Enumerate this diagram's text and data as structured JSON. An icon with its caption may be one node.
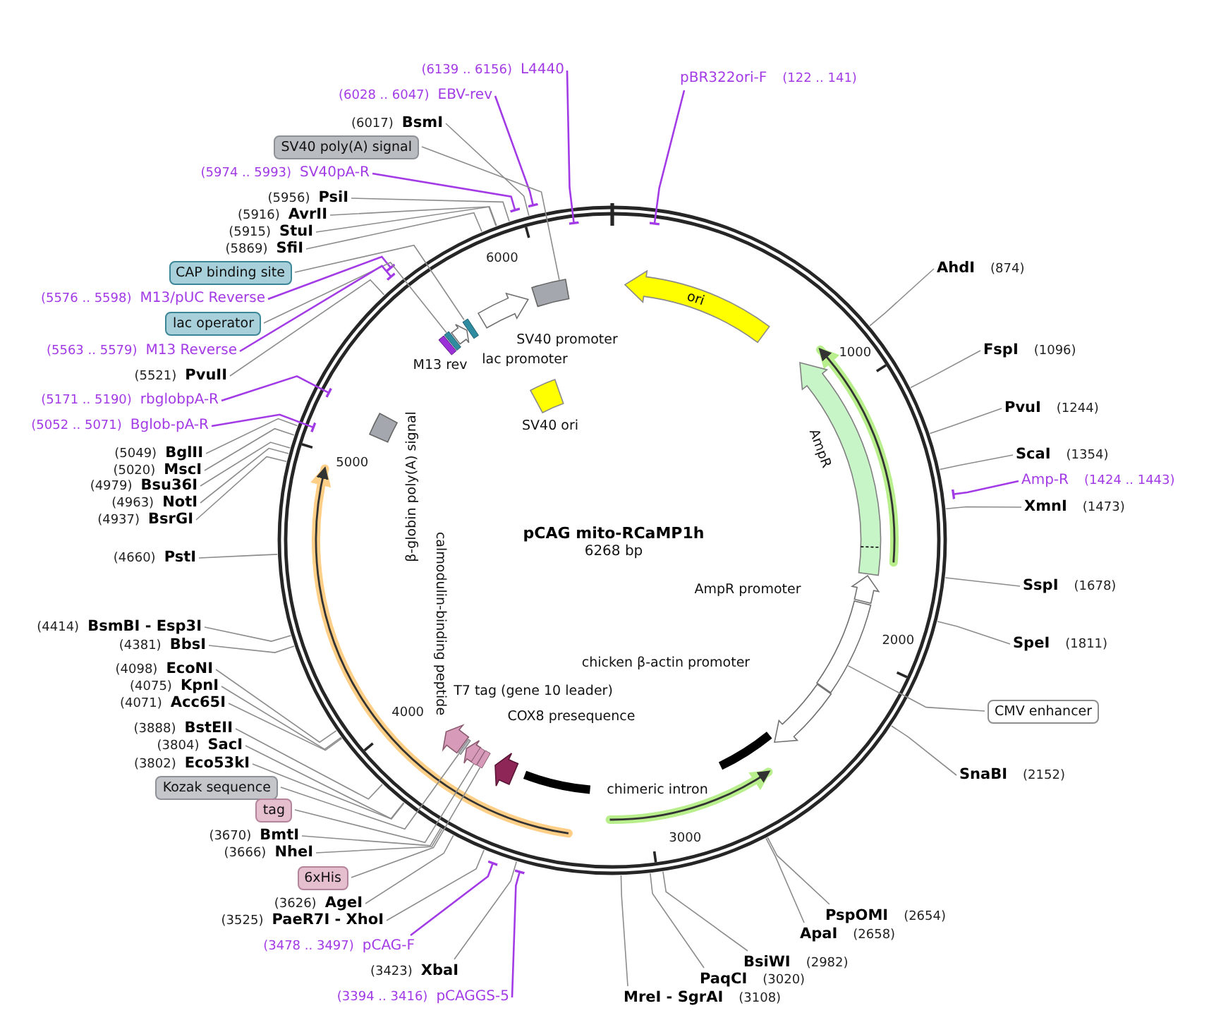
{
  "diagram": {
    "title": "pCAG mito-RCaMP1h",
    "nodes": [
      {
        "text": [
          "L4440"
        ],
        "beside": [
          "(6139 .. 6156)"
        ]
      },
      {
        "text": [
          "EBV-rev"
        ],
        "beside": [
          "(6028 .. 6047)"
        ]
      },
      {
        "text": [
          "BsmI"
        ],
        "beside": [
          "(6017)"
        ]
      },
      {
        "text": [
          "SV40 poly(A) signal"
        ]
      },
      {
        "text": [
          "SV40pA-R"
        ],
        "beside": [
          "(5974 .. 5993)"
        ]
      },
      {
        "text": [
          "PsiI"
        ],
        "beside": [
          "(5956)"
        ]
      },
      {
        "text": [
          "AvrII"
        ],
        "beside": [
          "(5916)"
        ]
      },
      {
        "text": [
          "StuI"
        ],
        "beside": [
          "(5915)"
        ]
      },
      {
        "text": [
          "SfiI"
        ],
        "beside": [
          "(5869)"
        ]
      },
      {
        "text": [
          "CAP binding site"
        ]
      },
      {
        "text": [
          "M13/pUC Reverse"
        ],
        "beside": [
          "(5576 .. 5598)"
        ]
      },
      {
        "text": [
          "lac operator"
        ]
      },
      {
        "text": [
          "M13 Reverse"
        ],
        "beside": [
          "(5563 .. 5579)"
        ]
      },
      {
        "text": [
          "PvuII"
        ],
        "beside": [
          "(5521)"
        ]
      },
      {
        "text": [
          "rbglobpA-R"
        ],
        "beside": [
          "(5171 .. 5190)"
        ]
      },
      {
        "text": [
          "Bglob-pA-R"
        ],
        "beside": [
          "(5052 .. 5071)"
        ]
      },
      {
        "text": [
          "BglII"
        ],
        "beside": [
          "(5049)"
        ]
      },
      {
        "text": [
          "MscI"
        ],
        "beside": [
          "(5020)"
        ]
      },
      {
        "text": [
          "Bsu36I"
        ],
        "beside": [
          "(4979)"
        ]
      },
      {
        "text": [
          "NotI"
        ],
        "beside": [
          "(4963)"
        ]
      },
      {
        "text": [
          "BsrGI"
        ],
        "beside": [
          "(4937)"
        ]
      },
      {
        "text": [
          "PstI"
        ],
        "beside": [
          "(4660)"
        ]
      },
      {
        "text": [
          "BsmBI - Esp3I"
        ],
        "beside": [
          "(4414)"
        ]
      },
      {
        "text": [
          "BbsI"
        ],
        "beside": [
          "(4381)"
        ]
      },
      {
        "text": [
          "EcoNI"
        ],
        "beside": [
          "(4098)"
        ]
      },
      {
        "text": [
          "KpnI"
        ],
        "beside": [
          "(4075)"
        ]
      },
      {
        "text": [
          "Acc65I"
        ],
        "beside": [
          "(4071)"
        ]
      },
      {
        "text": [
          "BstEII"
        ],
        "beside": [
          "(3888)"
        ]
      },
      {
        "text": [
          "SacI"
        ],
        "beside": [
          "(3804)"
        ]
      },
      {
        "text": [
          "Eco53kI"
        ],
        "beside": [
          "(3802)"
        ]
      },
      {
        "text": [
          "Kozak sequence"
        ]
      },
      {
        "text": [
          "tag"
        ]
      },
      {
        "text": [
          "BmtI"
        ],
        "beside": [
          "(3670)"
        ]
      },
      {
        "text": [
          "NheI"
        ],
        "beside": [
          "(3666)"
        ]
      },
      {
        "text": [
          "6xHis"
        ]
      },
      {
        "text": [
          "AgeI"
        ],
        "beside": [
          "(3626)"
        ]
      },
      {
        "text": [
          "PaeR7I - XhoI"
        ],
        "beside": [
          "(3525)"
        ]
      },
      {
        "text": [
          "pCAG-F"
        ],
        "beside": [
          "(3478 .. 3497)"
        ]
      },
      {
        "text": [
          "XbaI"
        ],
        "beside": [
          "(3423)"
        ]
      },
      {
        "text": [
          "pCAGGS-5"
        ],
        "beside": [
          "(3394 .. 3416)"
        ]
      },
      {
        "text": [
          "pBR322ori-F"
        ],
        "beside": [
          "(122 .. 141)"
        ]
      },
      {
        "text": [
          "AhdI"
        ],
        "beside": [
          "(874)"
        ]
      },
      {
        "text": [
          "FspI"
        ],
        "beside": [
          "(1096)"
        ]
      },
      {
        "text": [
          "PvuI"
        ],
        "beside": [
          "(1244)"
        ]
      },
      {
        "text": [
          "ScaI"
        ],
        "beside": [
          "(1354)"
        ]
      },
      {
        "text": [
          "Amp-R"
        ],
        "beside": [
          "(1424 .. 1443)"
        ]
      },
      {
        "text": [
          "XmnI"
        ],
        "beside": [
          "(1473)"
        ]
      },
      {
        "text": [
          "SspI"
        ],
        "beside": [
          "(1678)"
        ]
      },
      {
        "text": [
          "SpeI"
        ],
        "beside": [
          "(1811)"
        ]
      },
      {
        "text": [
          "CMV enhancer"
        ]
      },
      {
        "text": [
          "SnaBI"
        ],
        "beside": [
          "(2152)"
        ]
      },
      {
        "text": [
          "PspOMI"
        ],
        "beside": [
          "(2654)"
        ]
      },
      {
        "text": [
          "ApaI"
        ],
        "beside": [
          "(2658)"
        ]
      },
      {
        "text": [
          "BsiWI"
        ],
        "beside": [
          "(2982)"
        ]
      },
      {
        "text": [
          "PaqCI"
        ],
        "beside": [
          "(3020)"
        ]
      },
      {
        "text": [
          "MreI - SgrAI"
        ],
        "beside": [
          "(3108)"
        ]
      },
      {
        "text": [
          "ori"
        ]
      },
      {
        "text": [],
        "shape": "arrow",
        "beside": [
          "AmpR"
        ]
      },
      {
        "text": [],
        "shape": "arrow"
      },
      {
        "text": [],
        "shape": "arrow",
        "beside": [
          "chicken β-actin promoter"
        ]
      },
      {
        "text": [],
        "shape": "arrow",
        "beside": [
          "SV40 promoter"
        ]
      },
      {
        "text": [],
        "shape": "arrow",
        "beside": [
          "lac promoter"
        ]
      },
      {
        "text": [],
        "shape": "bar",
        "beside": [
          "M13 rev"
        ]
      },
      {
        "text": [],
        "shape": "box",
        "beside": [
          "SV40 ori"
        ]
      },
      {
        "text": [],
        "shape": "box",
        "beside": [
          "β-globin poly(A) signal"
        ]
      },
      {
        "text": [],
        "shape": "arrow",
        "beside": [
          "calmodulin-binding peptide"
        ]
      },
      {
        "text": [],
        "shape": "arrow",
        "beside": [
          "T7 tag (gene 10 leader)"
        ]
      },
      {
        "text": [],
        "shape": "arrow"
      },
      {
        "text": [
          "chimeric intron"
        ]
      },
      {
        "text": [],
        "shape": "box"
      },
      {
        "text": [],
        "shape": "bar"
      },
      {
        "text": [],
        "shape": "bar"
      },
      {
        "text": [],
        "shape": "bar"
      },
      {
        "text": [],
        "shape": "bar"
      },
      {
        "text": [],
        "shape": "bar"
      },
      {
        "text": [],
        "shape": "box"
      }
    ],
    "edges": [
      {
        "from": 0,
        "to": null,
        "arrow": "other",
        "color": "#a23be6"
      },
      {
        "from": 1,
        "to": null,
        "arrow": "other",
        "color": "#a23be6"
      },
      {
        "from": 2,
        "to": null,
        "arrow": "none"
      },
      {
        "from": 3,
        "to": 69,
        "arrow": "none"
      },
      {
        "from": 4,
        "to": null,
        "arrow": "other",
        "color": "#a23be6"
      },
      {
        "from": 5,
        "to": null,
        "arrow": "none"
      },
      {
        "from": 6,
        "to": null,
        "arrow": "none"
      },
      {
        "from": 7,
        "to": null,
        "arrow": "none"
      },
      {
        "from": 8,
        "to": null,
        "arrow": "none"
      },
      {
        "from": 9,
        "to": 70,
        "arrow": "none"
      },
      {
        "from": 10,
        "to": null,
        "arrow": "other",
        "color": "#a23be6"
      },
      {
        "from": 11,
        "to": 71,
        "arrow": "none"
      },
      {
        "from": 12,
        "to": null,
        "arrow": "other",
        "color": "#a23be6"
      },
      {
        "from": 13,
        "to": null,
        "arrow": "none"
      },
      {
        "from": 14,
        "to": null,
        "arrow": "other",
        "color": "#a23be6"
      },
      {
        "from": 15,
        "to": null,
        "arrow": "other",
        "color": "#a23be6"
      },
      {
        "from": 16,
        "to": null,
        "arrow": "none"
      },
      {
        "from": 17,
        "to": null,
        "arrow": "none"
      },
      {
        "from": 18,
        "to": null,
        "arrow": "none"
      },
      {
        "from": 19,
        "to": null,
        "arrow": "none"
      },
      {
        "from": 20,
        "to": null,
        "arrow": "none"
      },
      {
        "from": 21,
        "to": null,
        "arrow": "none"
      },
      {
        "from": 22,
        "to": null,
        "arrow": "none"
      },
      {
        "from": 23,
        "to": null,
        "arrow": "none"
      },
      {
        "from": 24,
        "to": null,
        "arrow": "none"
      },
      {
        "from": 25,
        "to": null,
        "arrow": "none"
      },
      {
        "from": 26,
        "to": null,
        "arrow": "none"
      },
      {
        "from": 27,
        "to": null,
        "arrow": "none"
      },
      {
        "from": 28,
        "to": null,
        "arrow": "none"
      },
      {
        "from": 29,
        "to": null,
        "arrow": "none"
      },
      {
        "from": 30,
        "to": 72,
        "arrow": "none"
      },
      {
        "from": 31,
        "to": 73,
        "arrow": "none"
      },
      {
        "from": 32,
        "to": null,
        "arrow": "none"
      },
      {
        "from": 33,
        "to": null,
        "arrow": "none"
      },
      {
        "from": 34,
        "to": 74,
        "arrow": "none"
      },
      {
        "from": 35,
        "to": null,
        "arrow": "none"
      },
      {
        "from": 36,
        "to": null,
        "arrow": "none"
      },
      {
        "from": 37,
        "to": null,
        "arrow": "other",
        "color": "#a23be6"
      },
      {
        "from": 38,
        "to": null,
        "arrow": "none"
      },
      {
        "from": 39,
        "to": null,
        "arrow": "other",
        "color": "#a23be6"
      },
      {
        "from": 40,
        "to": null,
        "arrow": "other",
        "color": "#a23be6"
      },
      {
        "from": 41,
        "to": null,
        "arrow": "none"
      },
      {
        "from": 42,
        "to": null,
        "arrow": "none"
      },
      {
        "from": 43,
        "to": null,
        "arrow": "none"
      },
      {
        "from": 44,
        "to": null,
        "arrow": "none"
      },
      {
        "from": 45,
        "to": null,
        "arrow": "other",
        "color": "#a23be6"
      },
      {
        "from": 46,
        "to": null,
        "arrow": "none"
      },
      {
        "from": 47,
        "to": null,
        "arrow": "none"
      },
      {
        "from": 48,
        "to": null,
        "arrow": "none"
      },
      {
        "from": 49,
        "to": 75,
        "arrow": "none"
      },
      {
        "from": 50,
        "to": null,
        "arrow": "none"
      },
      {
        "from": 51,
        "to": null,
        "arrow": "none"
      },
      {
        "from": 52,
        "to": null,
        "arrow": "none"
      },
      {
        "from": 53,
        "to": null,
        "arrow": "none"
      },
      {
        "from": 54,
        "to": null,
        "arrow": "none"
      },
      {
        "from": 55,
        "to": null,
        "arrow": "none"
      }
    ],
    "labels": [
      "6000",
      "1000",
      "5000",
      "6268 bp",
      "AmpR promoter",
      "2000",
      "COX8 presequence",
      "4000",
      "3000"
    ]
  }
}
